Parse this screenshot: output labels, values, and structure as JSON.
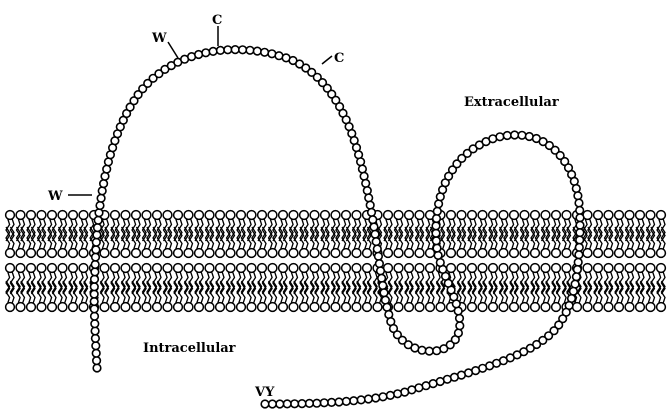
{
  "labels": {
    "w_top": "W",
    "c_top": "C",
    "c_right": "C",
    "w_left": "W",
    "extracellular": "Extracellular",
    "intracellular": "Intracellular",
    "vy": "VY"
  }
}
